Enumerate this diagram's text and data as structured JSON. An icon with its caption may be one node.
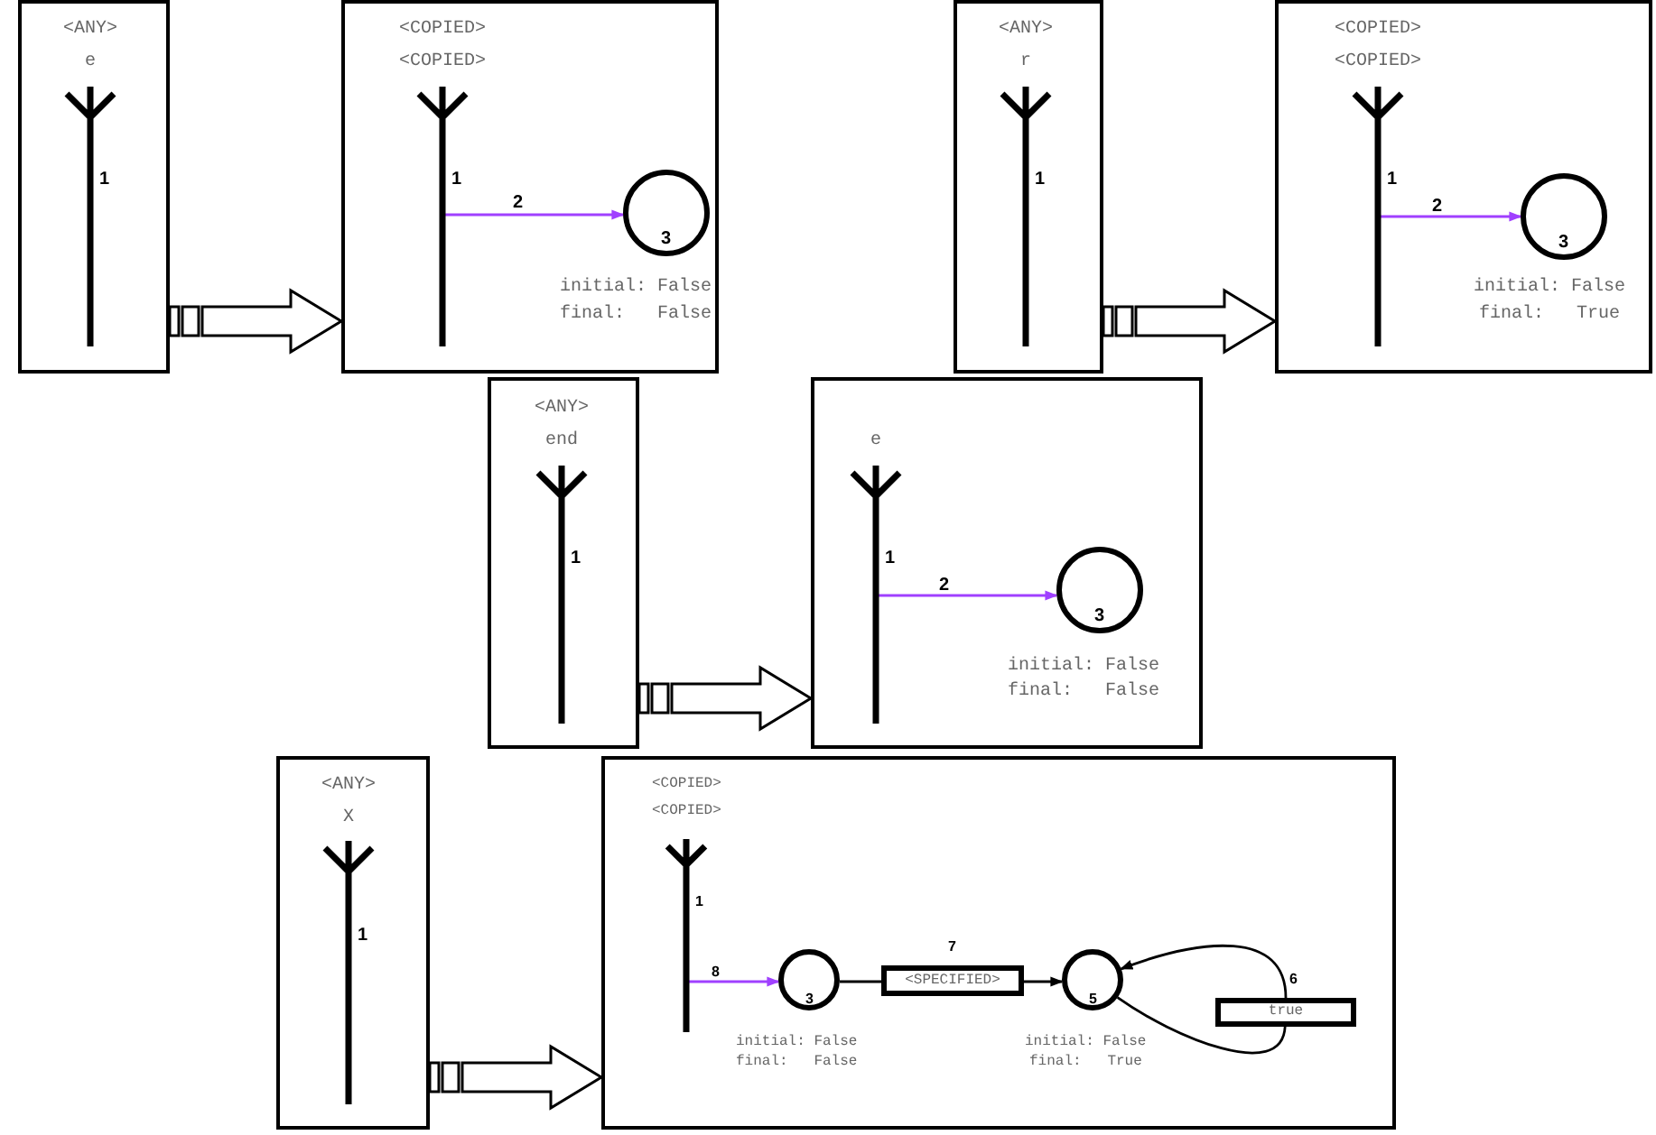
{
  "diagram": {
    "nodes": [
      {
        "text": [],
        "shape": "box"
      },
      {
        "text": [
          "<ANY>",
          "e",
          "1"
        ],
        "in": 0
      },
      {
        "text": [],
        "shape": "box"
      },
      {
        "text": [
          "<COPIED>",
          "<COPIED>",
          "1"
        ],
        "in": 2
      },
      {
        "text": [
          "3"
        ],
        "in": 2,
        "beside": [
          "initial: False",
          "final:   False"
        ]
      },
      {
        "text": [],
        "shape": "box"
      },
      {
        "text": [
          "<ANY>",
          "r",
          "1"
        ],
        "in": 5
      },
      {
        "text": [],
        "shape": "box"
      },
      {
        "text": [
          "<COPIED>",
          "<COPIED>",
          "1"
        ],
        "in": 7
      },
      {
        "text": [
          "3"
        ],
        "in": 7,
        "beside": [
          "initial: False",
          "final:   True"
        ]
      },
      {
        "text": [],
        "shape": "box"
      },
      {
        "text": [
          "<ANY>",
          "end",
          "1"
        ],
        "in": 10
      },
      {
        "text": [],
        "shape": "box"
      },
      {
        "text": [
          "e",
          "1"
        ],
        "in": 12
      },
      {
        "text": [
          "3"
        ],
        "in": 12,
        "beside": [
          "initial: False",
          "final:   False"
        ]
      },
      {
        "text": [],
        "shape": "box"
      },
      {
        "text": [
          "<ANY>",
          "X",
          "1"
        ],
        "in": 15
      },
      {
        "text": [],
        "shape": "box"
      },
      {
        "text": [
          "<COPIED>",
          "<COPIED>",
          "1"
        ],
        "in": 17
      },
      {
        "text": [
          "3"
        ],
        "in": 17,
        "beside": [
          "initial: False",
          "final:   False"
        ]
      },
      {
        "text": [
          "<SPECIFIED>"
        ],
        "in": 17,
        "beside": [
          "7"
        ]
      },
      {
        "text": [
          "5"
        ],
        "in": 17,
        "beside": [
          "initial: False",
          "final:   True"
        ]
      },
      {
        "text": [
          "true"
        ],
        "in": 17,
        "beside": [
          "6"
        ]
      }
    ],
    "edges": [
      {
        "from": 0,
        "to": 2,
        "arrow": "to",
        "style": "thick",
        "color": "#000000"
      },
      {
        "from": 3,
        "to": 4,
        "arrow": "to",
        "label": "2",
        "color": "#a040ff"
      },
      {
        "from": 5,
        "to": 7,
        "arrow": "to",
        "style": "thick",
        "color": "#000000"
      },
      {
        "from": 8,
        "to": 9,
        "arrow": "to",
        "label": "2",
        "color": "#a040ff"
      },
      {
        "from": 10,
        "to": 12,
        "arrow": "to",
        "style": "thick",
        "color": "#000000"
      },
      {
        "from": 13,
        "to": 14,
        "arrow": "to",
        "label": "2",
        "color": "#a040ff"
      },
      {
        "from": 15,
        "to": 17,
        "arrow": "to",
        "style": "thick",
        "color": "#000000"
      },
      {
        "from": 18,
        "to": 19,
        "arrow": "to",
        "label": "8",
        "color": "#a040ff"
      },
      {
        "from": 19,
        "to": 20,
        "arrow": "none",
        "color": "#000000"
      },
      {
        "from": 20,
        "to": 21,
        "arrow": "to",
        "color": "#000000"
      },
      {
        "from": 22,
        "to": 21,
        "arrow": "to",
        "color": "#000000"
      },
      {
        "from": 21,
        "to": 22,
        "arrow": "none",
        "color": "#000000"
      }
    ]
  }
}
